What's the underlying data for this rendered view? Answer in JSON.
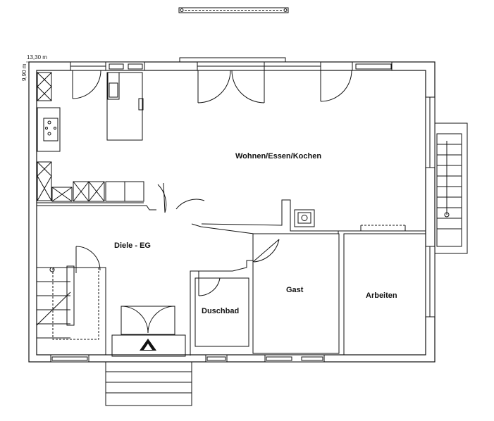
{
  "dimensions": {
    "width_label": "13,30 m",
    "depth_label": "9,90 m"
  },
  "rooms": {
    "living": "Wohnen/Essen/Kochen",
    "hall": "Diele - EG",
    "bath": "Duschbad",
    "guest": "Gast",
    "study": "Arbeiten"
  },
  "icons": {
    "entrance_marker": "north-triangle-icon",
    "stove": "stove-icon"
  }
}
